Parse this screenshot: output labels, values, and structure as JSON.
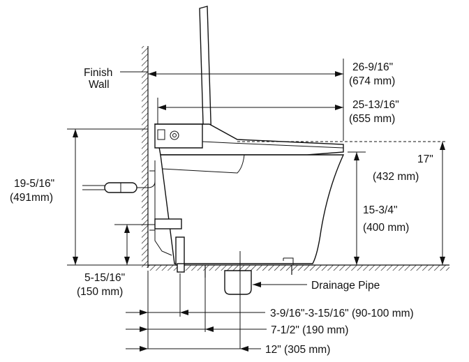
{
  "labels": {
    "finish_wall": [
      "Finish",
      "Wall"
    ],
    "overall_length": [
      "26-9/16\"",
      "(674 mm)"
    ],
    "seat_length": [
      "25-13/16\"",
      "(655 mm)"
    ],
    "seat_height_overall": [
      "17\"",
      "(432 mm)"
    ],
    "rim_height": [
      "15-3/4\"",
      "(400 mm)"
    ],
    "total_height": [
      "19-5/16\"",
      "(491mm)"
    ],
    "supply_height": [
      "5-15/16\"",
      "(150 mm)"
    ],
    "drainage_pipe": "Drainage Pipe",
    "supply_offset": "3-9/16\"-3-15/16\" (90-100 mm)",
    "drain_offset_190": "7-1/2\" (190 mm)",
    "drain_offset_305": "12\" (305 mm)"
  }
}
